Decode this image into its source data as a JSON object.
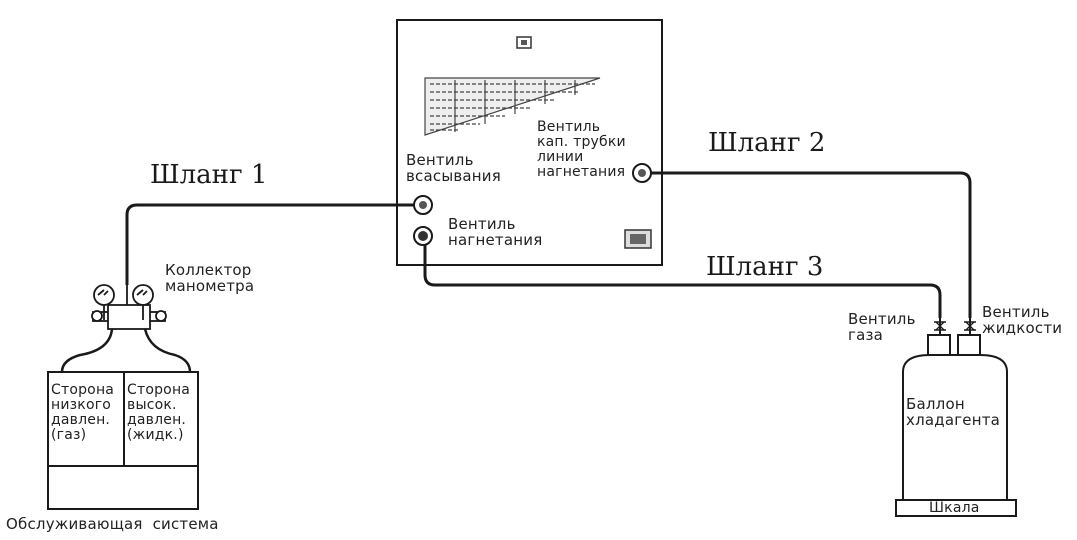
{
  "hoses": {
    "hose1": "Шланг 1",
    "hose2": "Шланг 2",
    "hose3": "Шланг 3"
  },
  "unit": {
    "suction_valve": "Вентиль\nвсасывания",
    "discharge_valve": "Вентиль\nнагнетания",
    "capillary_valve": "Вентиль\nкап. трубки\nлинии\nнагнетания"
  },
  "manifold": {
    "label": "Коллектор\nманометра"
  },
  "service_system": {
    "low_side": "Сторона\nнизкого\nдавлен.\n(газ)",
    "high_side": "Сторона\nвысок.\nдавлен.\n(жидк.)",
    "caption": "Обслуживающая  система"
  },
  "cylinder": {
    "gas_valve": "Вентиль\nгаза",
    "liquid_valve": "Вентиль\nжидкости",
    "label": "Баллон\nхладагента",
    "scale": "Шкала"
  },
  "colors": {
    "line": "#1a1a1a",
    "background": "#ffffff"
  }
}
